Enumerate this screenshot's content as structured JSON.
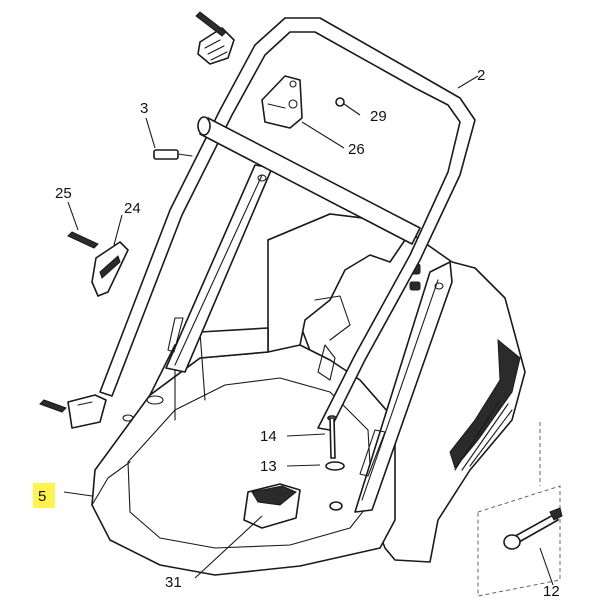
{
  "highlight_color": "#fff34d",
  "callouts": {
    "c2": "2",
    "c3": "3",
    "c5": "5",
    "c12": "12",
    "c13": "13",
    "c14": "14",
    "c24": "24",
    "c25": "25",
    "c26": "26",
    "c29": "29",
    "c31": "31"
  },
  "highlighted_part": "5"
}
